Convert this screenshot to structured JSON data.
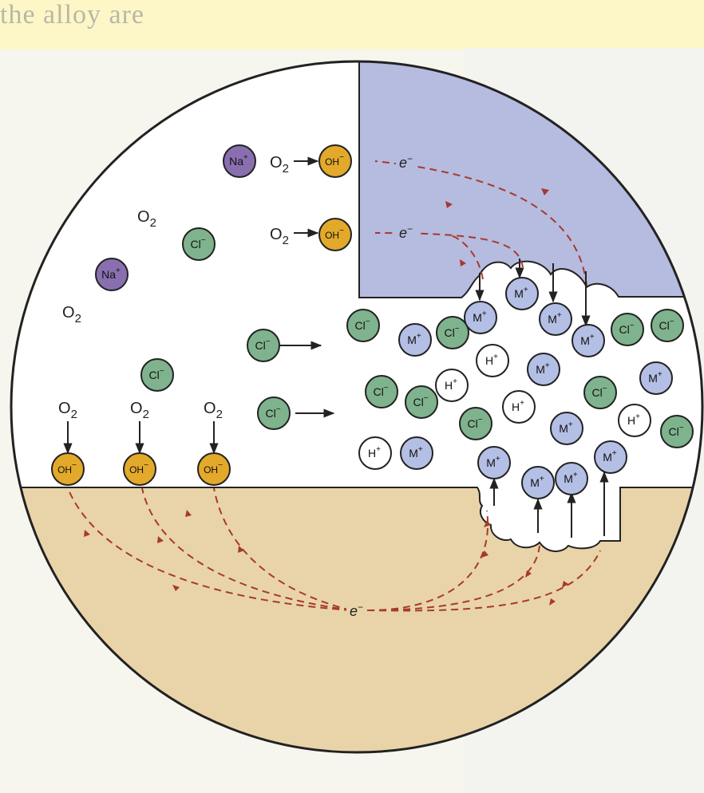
{
  "background_text": "the alloy are",
  "species": {
    "o2": "O",
    "o2_sub": "2",
    "oh_base": "OH",
    "na_base": "Na",
    "cl_base": "Cl",
    "h_base": "H",
    "m_base": "M",
    "plus": "+",
    "minus": "−"
  },
  "electron": {
    "base": "e",
    "sup": "−"
  },
  "colors": {
    "metal_substrate": "#e9d4a9",
    "passive_film": "#b6bbe0",
    "solution": "#ffffff",
    "oh_ion": "#e3a92a",
    "na_ion": "#8a6fb0",
    "cl_ion": "#7fb38d",
    "m_ion": "#b4bfe5",
    "h_ion": "#ffffff",
    "electron_path": "#a63a2b"
  }
}
